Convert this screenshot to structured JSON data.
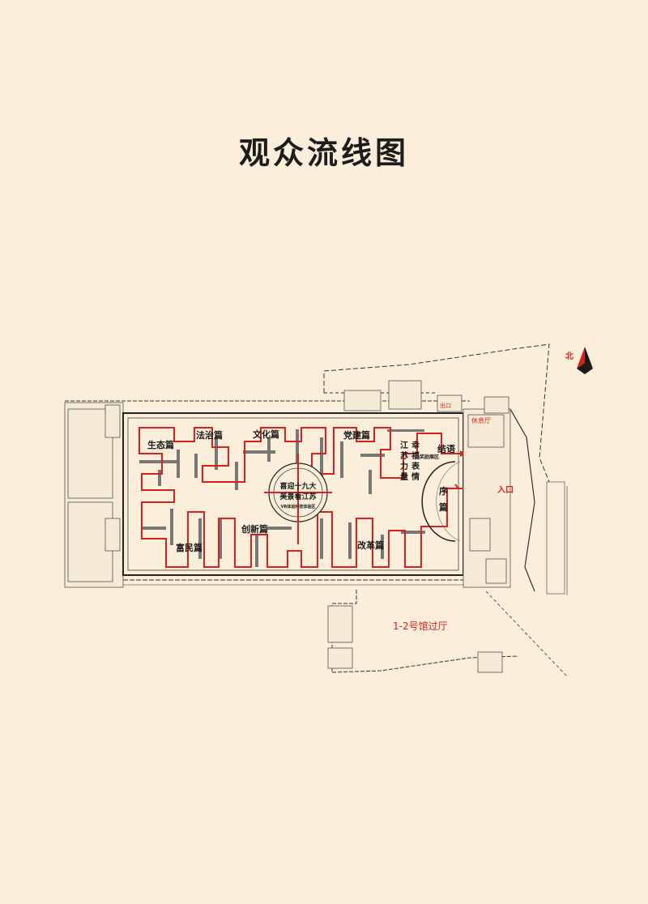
{
  "title": "观众流线图",
  "compass": {
    "label": "北",
    "icon": "north-arrow-icon"
  },
  "sections": {
    "shengtai": "生态篇",
    "fazhi": "法治篇",
    "wenhua": "文化篇",
    "dangjian": "党建篇",
    "fumin": "富民篇",
    "chuangxin": "创新篇",
    "gaige": "改革篇",
    "xu_1": "序",
    "xu_2": "篇",
    "jieyu": "结语",
    "happy_col1": [
      "江",
      "苏",
      "力",
      "量"
    ],
    "happy_col2": [
      "幸",
      "福",
      "表",
      "情"
    ],
    "happy_sub": "奖励展区"
  },
  "center": {
    "line1": "喜迎十九大",
    "line2": "美景看江苏",
    "line3": "VR体验科技体验区"
  },
  "labels": {
    "entrance": "入口",
    "exit": "出口",
    "rest": "休息厅",
    "hall": "1-2号馆过厅"
  },
  "colors": {
    "background": "#fbefdb",
    "route": "#d8201f",
    "wall": "#333333"
  }
}
